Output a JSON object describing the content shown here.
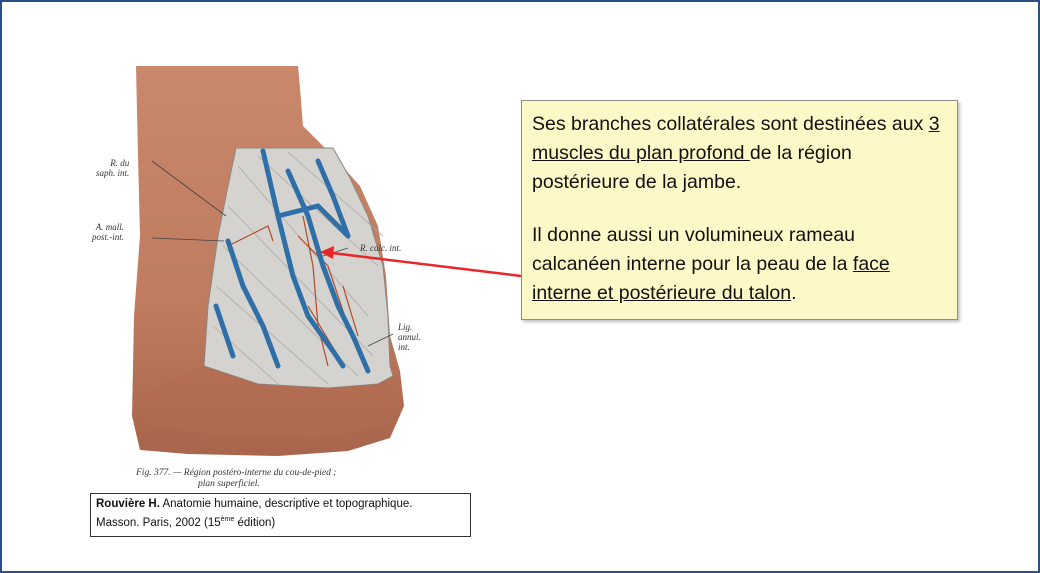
{
  "figure": {
    "labels": {
      "r_saph": "R. du\nsaph. int.",
      "a_mall": "A. mall.\npost.-int.",
      "r_calc": "R. calc. int.",
      "lig": "Lig.\nannul.\nint."
    },
    "caption_line1": "Fig. 377. — Région postéro-interne du cou-de-pied ;",
    "caption_line2": "plan superficiel."
  },
  "reference": {
    "author": "Rouvière H.",
    "title": " Anatomie humaine, descriptive et topographique.",
    "publisher": "Masson. Paris, 2002 (15",
    "edition_sup": "ème",
    "edition_tail": " édition)"
  },
  "note": {
    "p1_a": "Ses branches collatérales sont destinées aux ",
    "p1_u": "3 muscles du plan profond ",
    "p1_b": "de la région postérieure de la jambe.",
    "p2_a": "Il donne aussi un volumineux rameau calcanéen interne pour la peau de la ",
    "p2_u": "face interne et postérieure du talon",
    "p2_b": "."
  },
  "colors": {
    "frame_border": "#2d4f86",
    "note_bg": "#fdf8c8",
    "arrow": "#e8262b",
    "skin": "#c48466",
    "vein": "#2f6fa8"
  }
}
